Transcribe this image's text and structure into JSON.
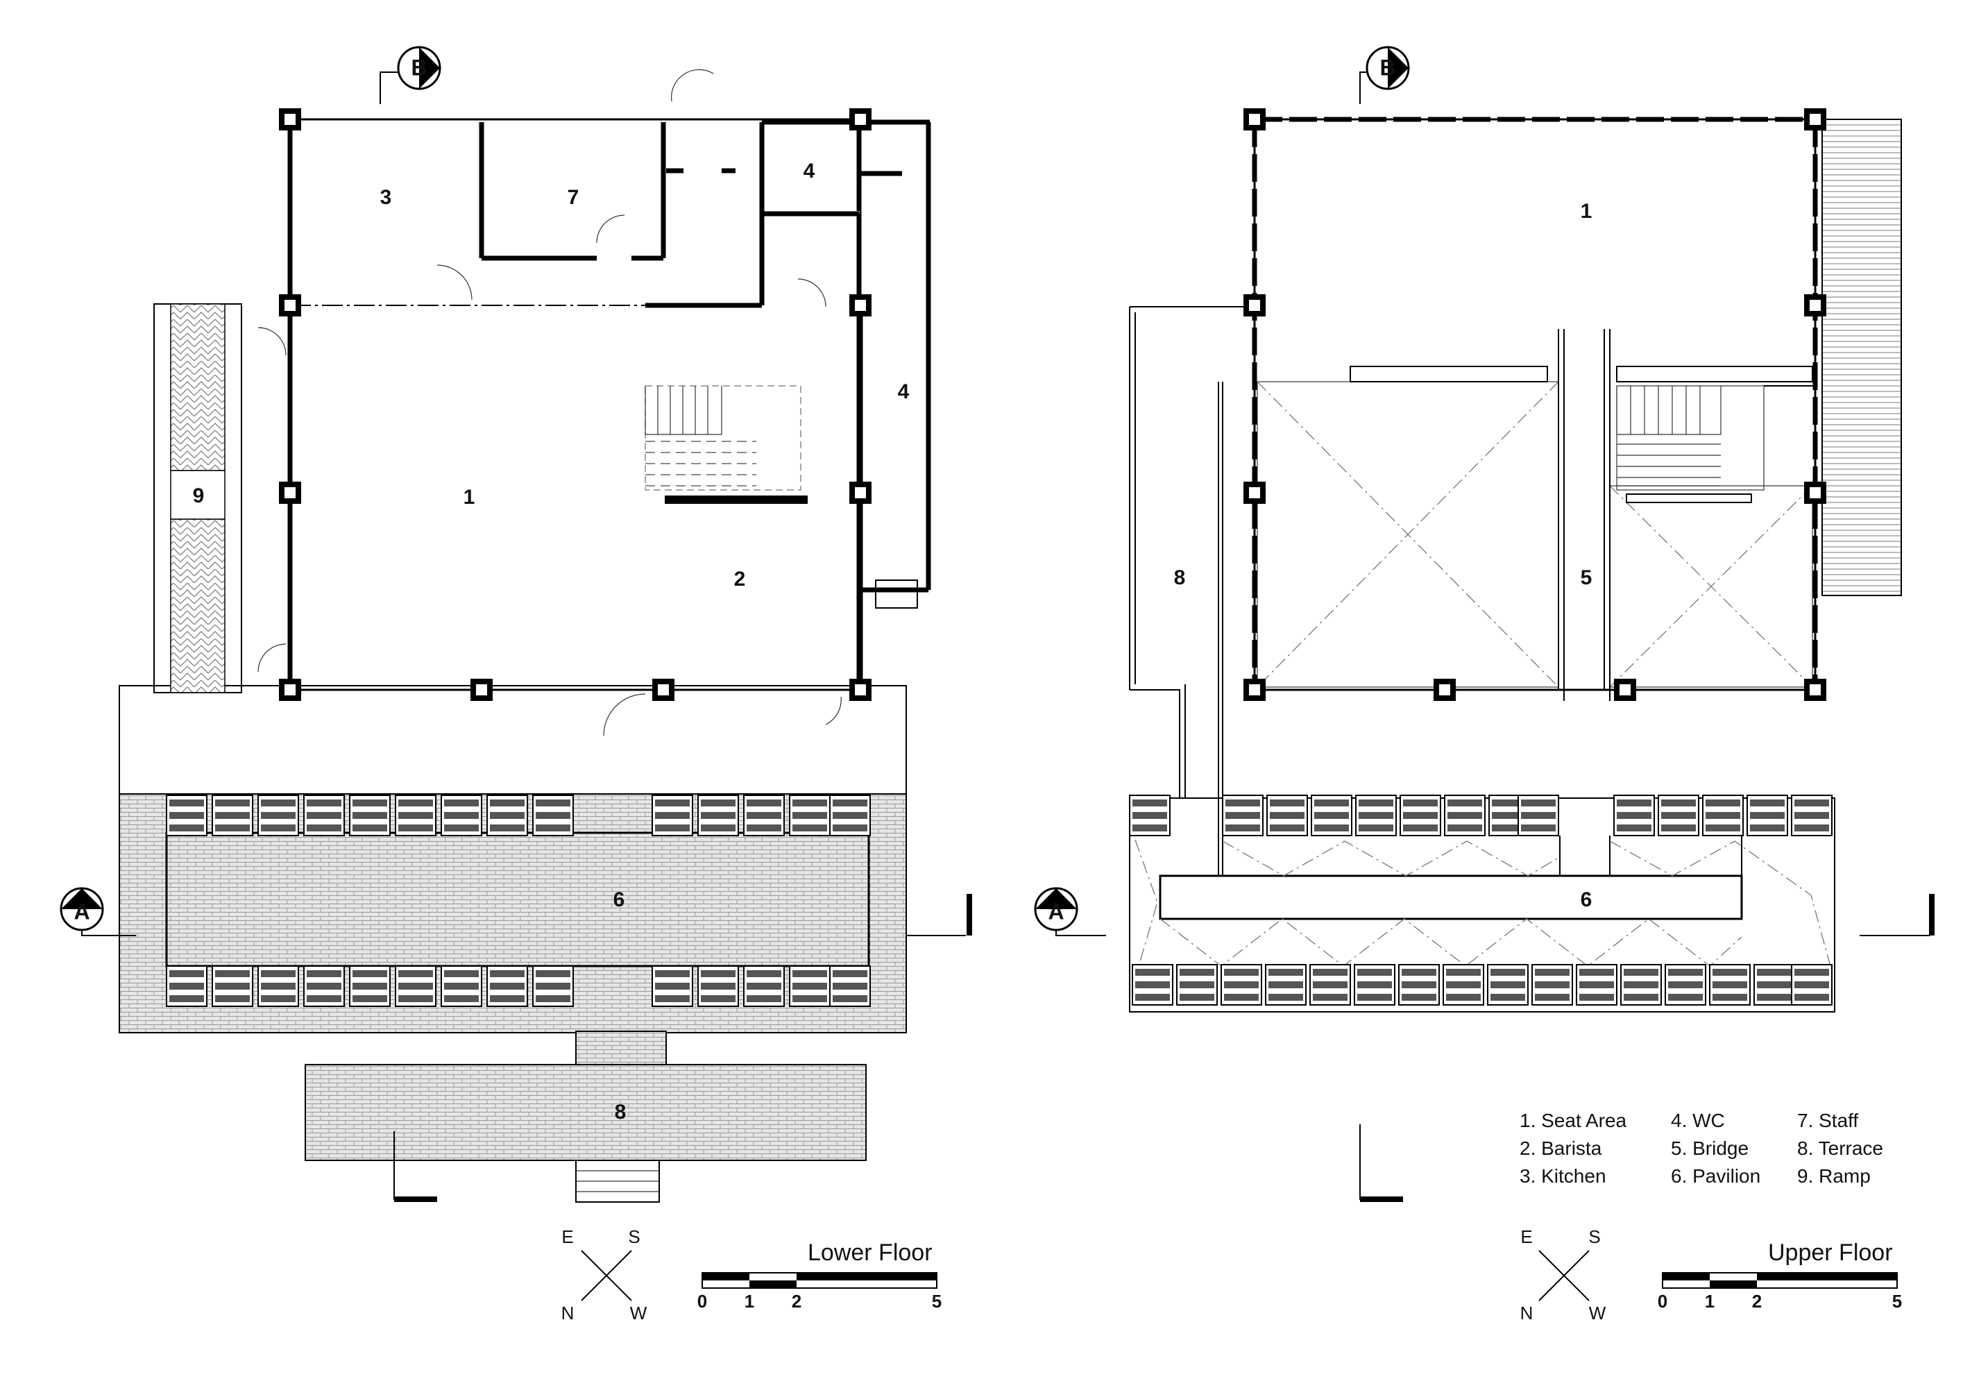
{
  "plans": [
    {
      "title": "Lower Floor",
      "rooms": [
        {
          "label": "1"
        },
        {
          "label": "2"
        },
        {
          "label": "3"
        },
        {
          "label": "4"
        },
        {
          "label": "4"
        },
        {
          "label": "6"
        },
        {
          "label": "7"
        },
        {
          "label": "8"
        },
        {
          "label": "9"
        }
      ],
      "section_marks": [
        {
          "label": "B"
        },
        {
          "label": "A"
        }
      ],
      "compass": {
        "e": "E",
        "s": "S",
        "n": "N",
        "w": "W"
      },
      "scale": {
        "ticks": [
          "0",
          "1",
          "2",
          "5"
        ]
      }
    },
    {
      "title": "Upper Floor",
      "rooms": [
        {
          "label": "1"
        },
        {
          "label": "5"
        },
        {
          "label": "6"
        },
        {
          "label": "8"
        }
      ],
      "section_marks": [
        {
          "label": "B"
        },
        {
          "label": "A"
        }
      ],
      "compass": {
        "e": "E",
        "s": "S",
        "n": "N",
        "w": "W"
      },
      "scale": {
        "ticks": [
          "0",
          "1",
          "2",
          "5"
        ]
      }
    }
  ],
  "legend": [
    [
      "1.  Seat Area",
      "4.  WC",
      "7.  Staff"
    ],
    [
      "2.  Barista",
      "5.  Bridge",
      "8.  Terrace"
    ],
    [
      "3.  Kitchen",
      "6.  Pavilion",
      "9.  Ramp"
    ]
  ],
  "colors": {
    "line": "#000000",
    "hatch": "#d9d9d9",
    "seat": "#555555"
  }
}
